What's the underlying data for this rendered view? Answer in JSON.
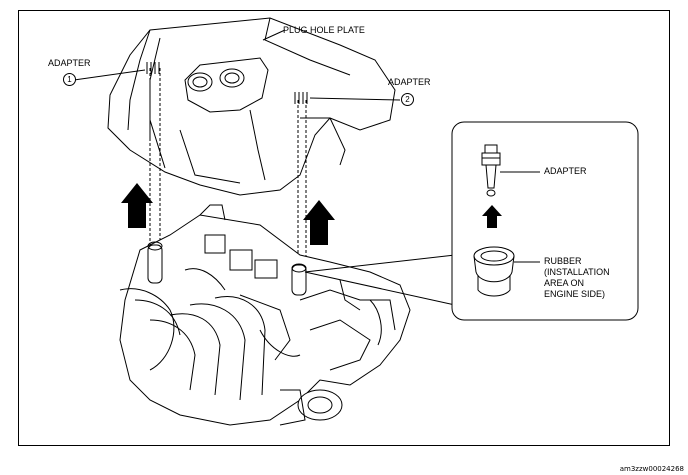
{
  "labels": {
    "plug_hole_plate": "PLUG HOLE PLATE",
    "adapter_1": "ADAPTER",
    "adapter_2": "ADAPTER",
    "callout_adapter": "ADAPTER",
    "callout_rubber": [
      "RUBBER",
      "(INSTALLATION",
      "AREA ON",
      "ENGINE SIDE)"
    ]
  },
  "callout_numbers": [
    "1",
    "2"
  ],
  "figure_id": "am3zzw00024268",
  "icons": [
    "up-arrow-icon",
    "adapter-part-icon",
    "rubber-grommet-icon"
  ],
  "colors": {
    "line": "#000000",
    "background": "#ffffff"
  }
}
